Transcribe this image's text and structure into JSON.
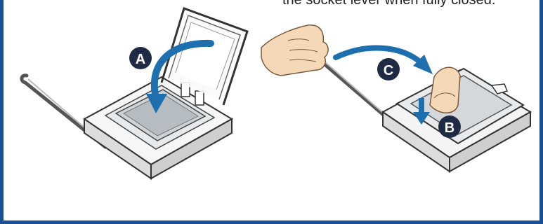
{
  "caption": {
    "text": "the socket lever when fully closed."
  },
  "steps": {
    "a": "A",
    "b": "B",
    "c": "C"
  },
  "colors": {
    "frame": "#1a4f95",
    "arrow": "#1e6fae",
    "badge": "#1f2a44",
    "socket": "#e8e9ea",
    "chip": "#cfd3d6",
    "skin": "#f4d8b8"
  },
  "icons": {
    "hand": "hand-icon"
  }
}
